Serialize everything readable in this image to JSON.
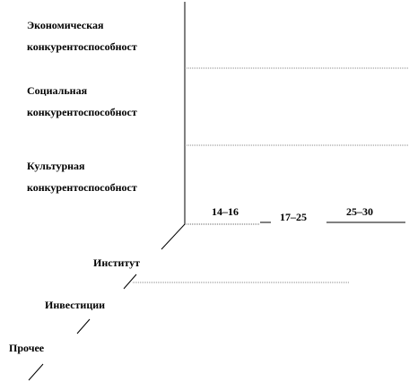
{
  "competitiveness_axis": {
    "items": [
      {
        "line1": "Экономическая",
        "line2": "конкурентоспособност"
      },
      {
        "line1": "Социальная",
        "line2": "конкурентоспособност"
      },
      {
        "line1": "Культурная",
        "line2": "конкурентоспособност"
      }
    ]
  },
  "age_axis": {
    "items": [
      "14–16",
      "17–25",
      "25–30"
    ]
  },
  "factor_axis": {
    "items": [
      "Институт",
      "Инвестиции",
      "Прочее"
    ]
  },
  "colors": {
    "line": "#000000",
    "grid": "#888888",
    "background": "#ffffff"
  }
}
